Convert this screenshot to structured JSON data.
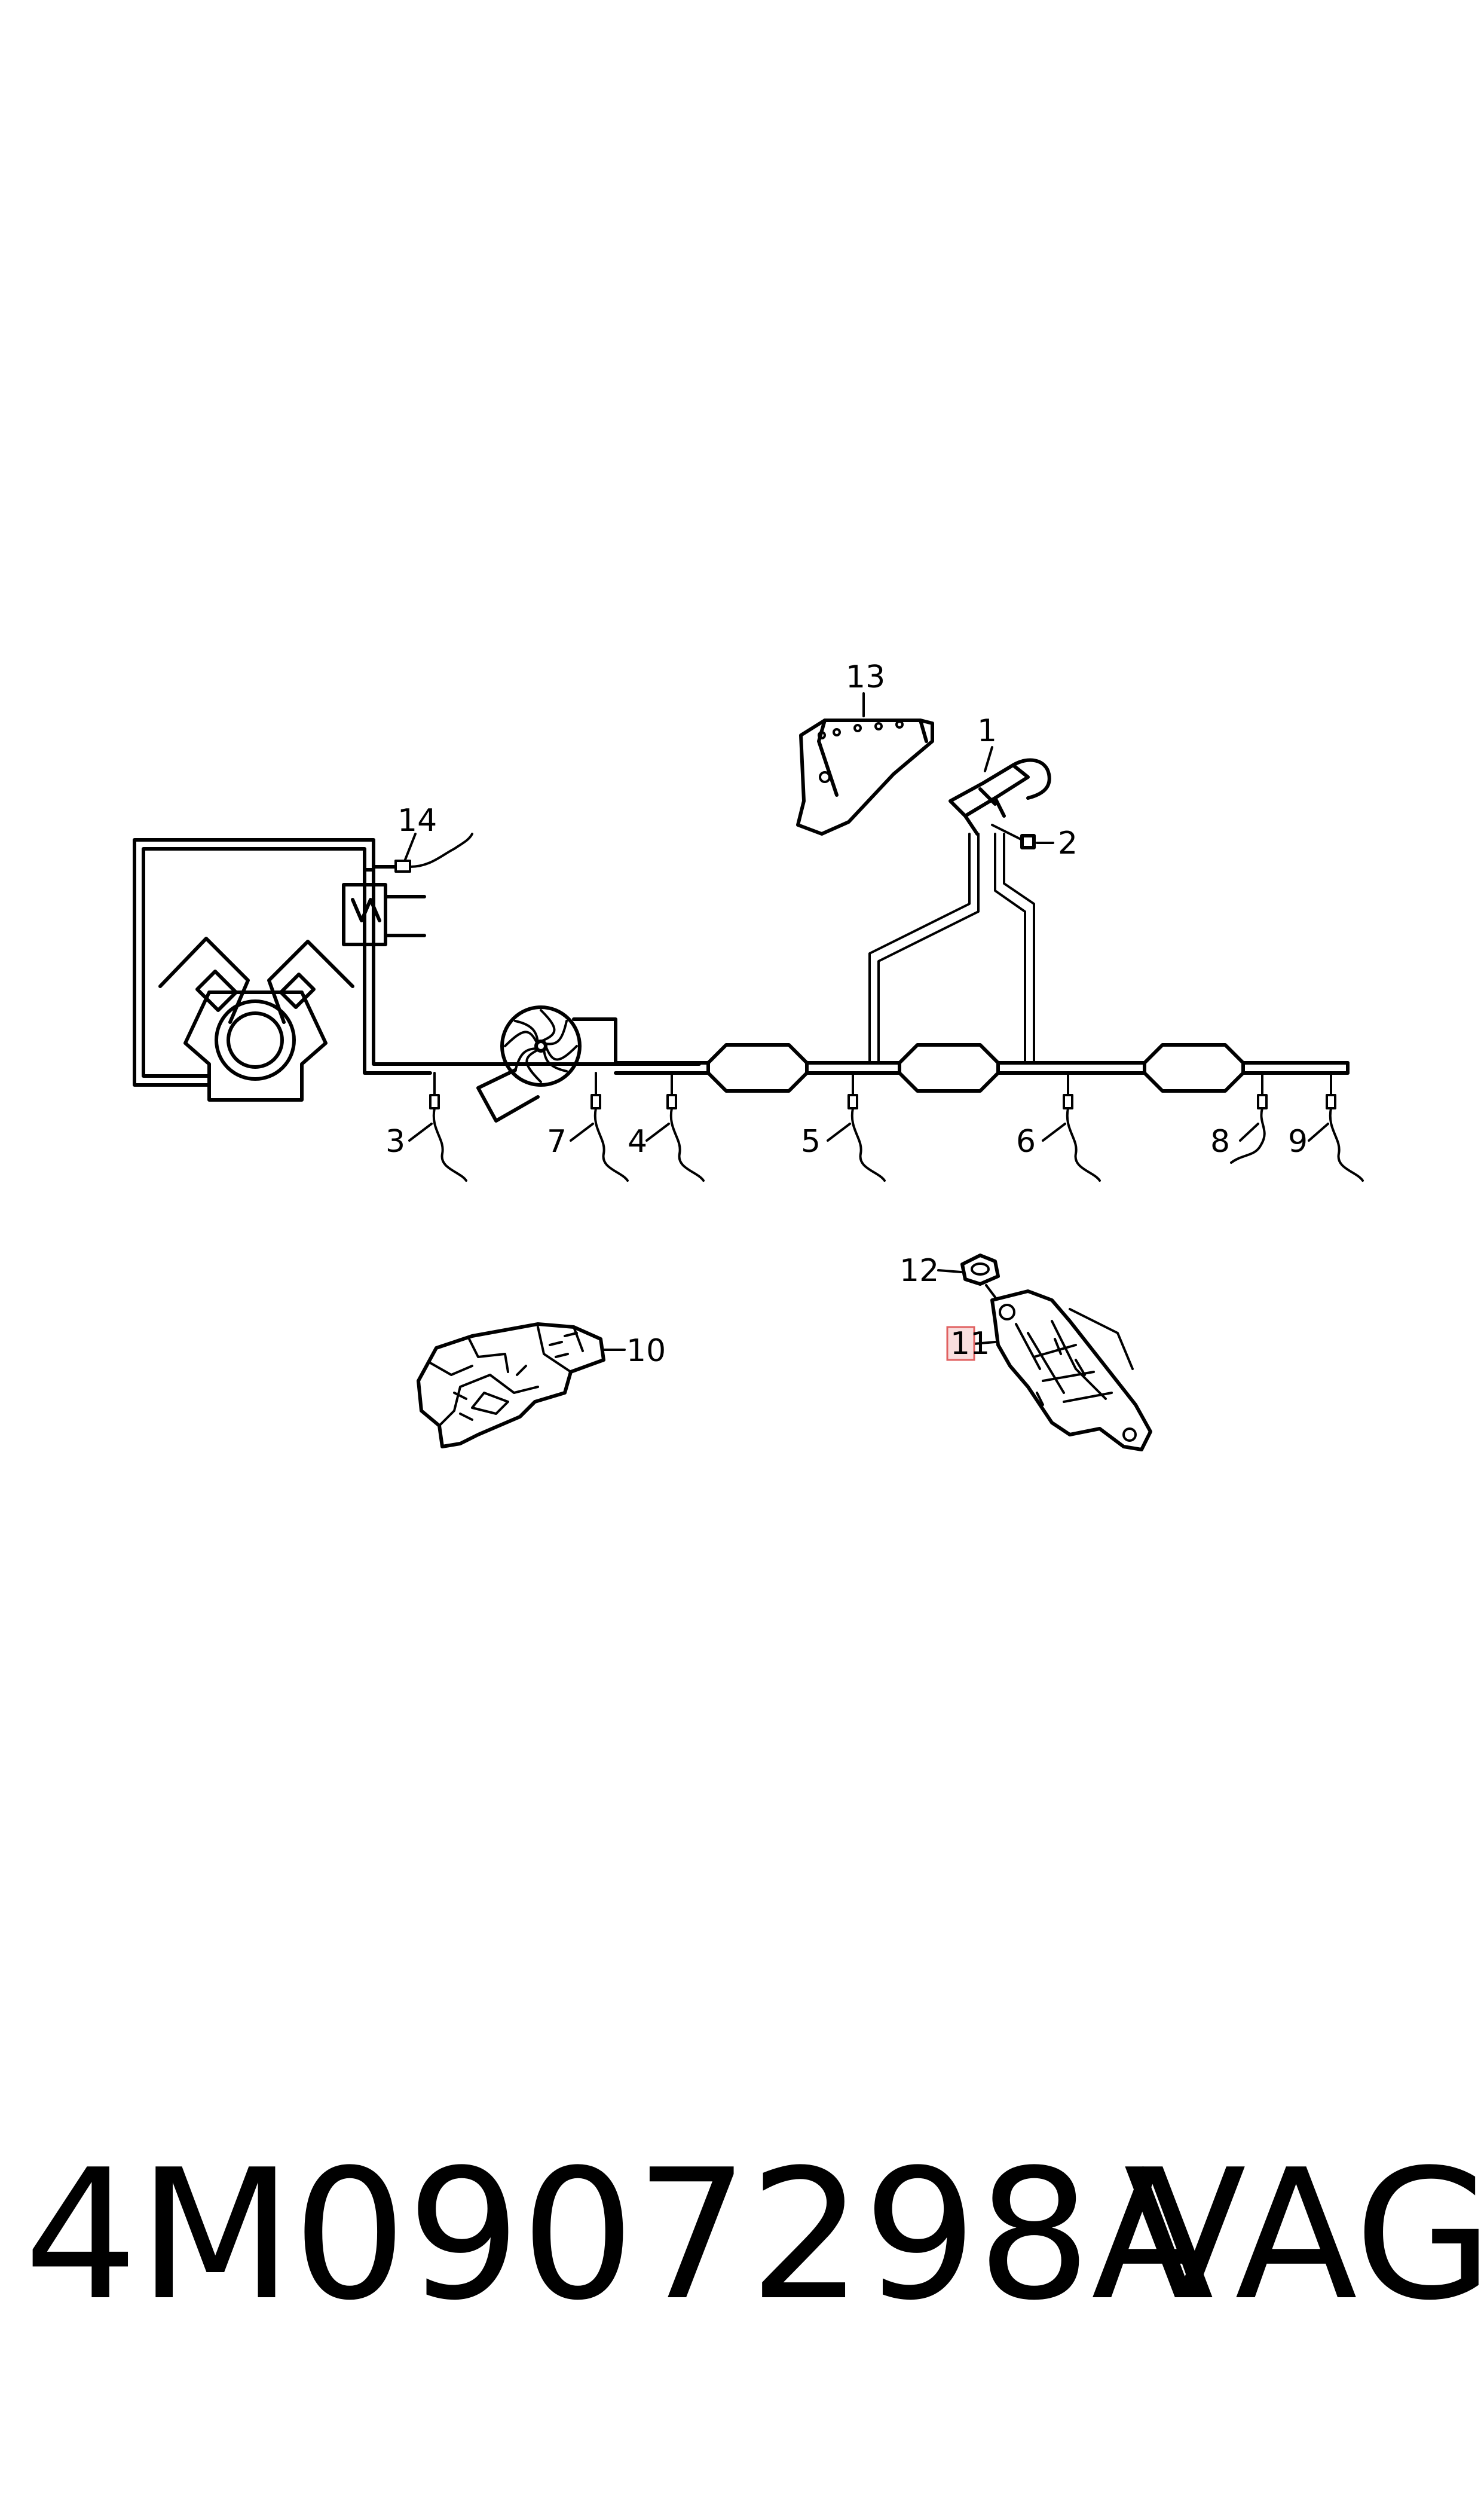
{
  "callouts": {
    "c1": "1",
    "c2": "2",
    "c3": "3",
    "c4": "4",
    "c5": "5",
    "c6": "6",
    "c7": "7",
    "c8": "8",
    "c9": "9",
    "c10": "10",
    "c11": "11",
    "c12": "12",
    "c13": "13",
    "c14": "14"
  },
  "highlight": {
    "callout": "11",
    "fill": "#f9dede",
    "stroke": "#e06060"
  },
  "footer": {
    "part_number": "4M0907298A",
    "brand": "VAG"
  }
}
